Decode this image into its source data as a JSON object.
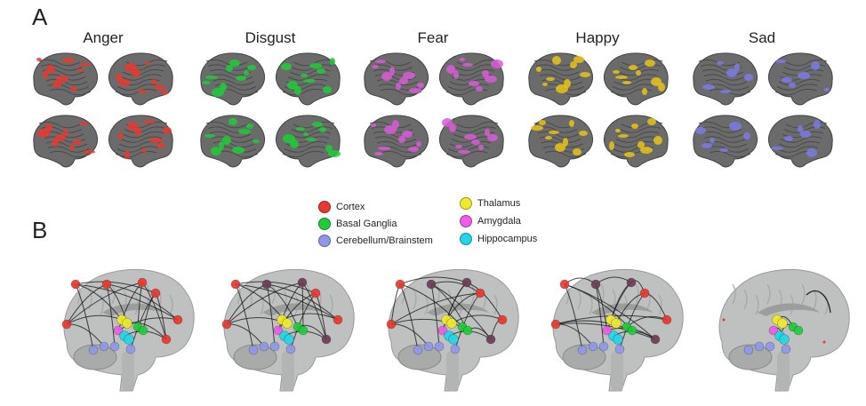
{
  "panel_a": {
    "label": "A",
    "emotions": [
      {
        "name": "Anger",
        "color": "#e8382f"
      },
      {
        "name": "Disgust",
        "color": "#1fcc3a"
      },
      {
        "name": "Fear",
        "color": "#d95ad9"
      },
      {
        "name": "Happy",
        "color": "#e6c415"
      },
      {
        "name": "Sad",
        "color": "#7b7be8"
      }
    ]
  },
  "panel_b": {
    "label": "B",
    "legend": [
      {
        "label": "Cortex",
        "color": "#e8382f"
      },
      {
        "label": "Basal Ganglia",
        "color": "#1fcc3a"
      },
      {
        "label": "Cerebellum/Brainstem",
        "color": "#8f98e8"
      },
      {
        "label": "Thalamus",
        "color": "#f0ea2a"
      },
      {
        "label": "Amygdala",
        "color": "#ee5ce8"
      },
      {
        "label": "Hippocampus",
        "color": "#22d6e8"
      }
    ]
  },
  "colors": {
    "cortex_gray": "#6b6b6b",
    "sagittal_gray": "#bfc0c0",
    "connection": "#1a1a1a"
  }
}
